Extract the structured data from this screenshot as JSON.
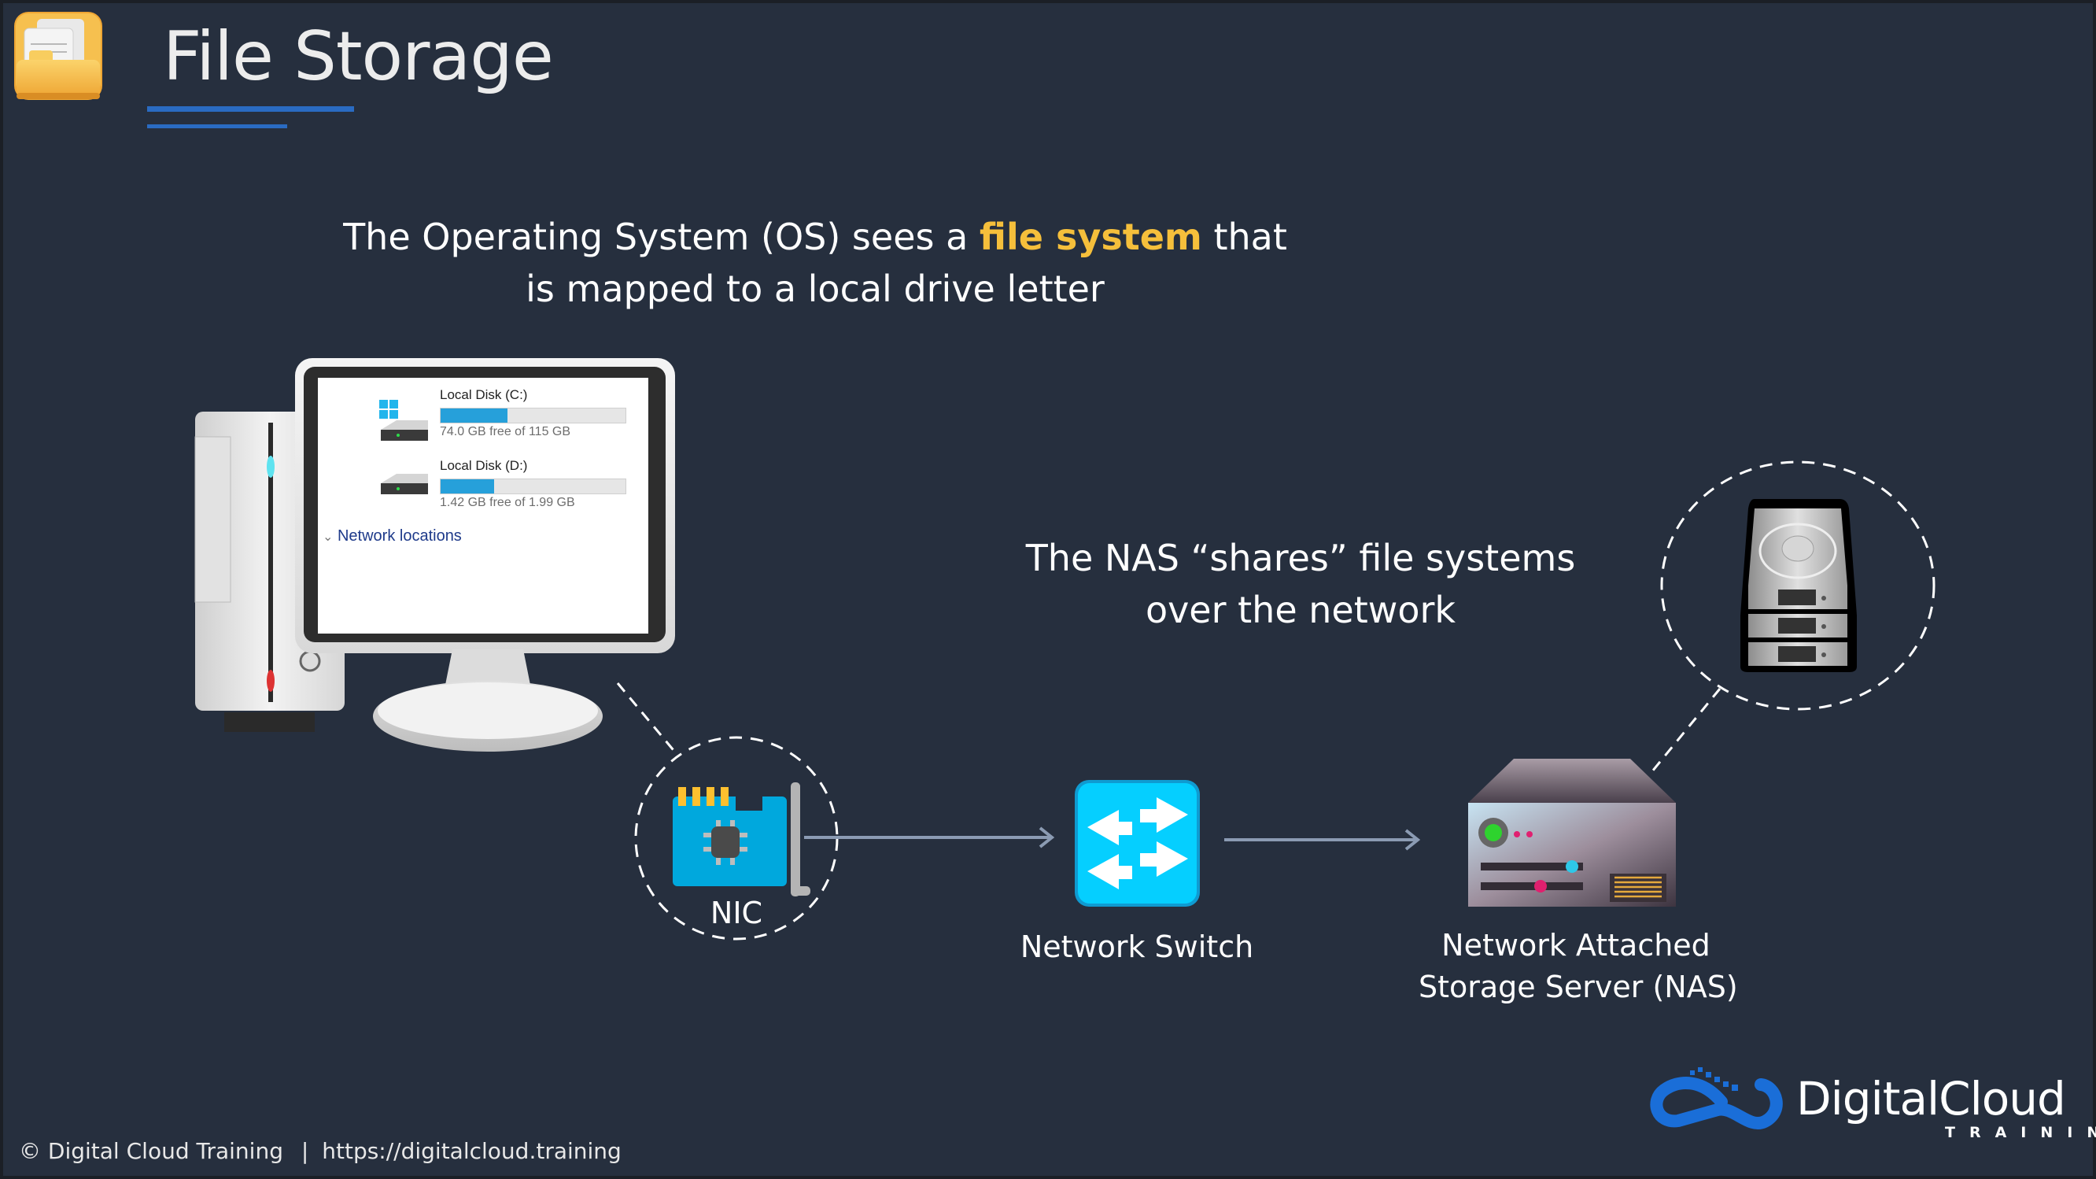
{
  "slide": {
    "title": "File Storage",
    "title_icon": "folder-with-documents-icon",
    "accent_color": "#2a6bc2",
    "highlight_color": "#f5bf3b"
  },
  "captions": {
    "os": {
      "before": "The Operating System (OS) sees a ",
      "highlight": "file system",
      "after": " that",
      "line2": "is mapped to a local drive letter"
    },
    "nas": {
      "line1": "The NAS “shares” file systems",
      "line2": "over the network"
    }
  },
  "explorer": {
    "drives": [
      {
        "name": "Local Disk (C:)",
        "free_text": "74.0 GB free of 115 GB",
        "used_fraction": 0.36,
        "icon": "windows-drive-icon"
      },
      {
        "name": "Local Disk (D:)",
        "free_text": "1.42 GB free of 1.99 GB",
        "used_fraction": 0.29,
        "icon": "drive-icon"
      }
    ],
    "network_section": "Network locations"
  },
  "nodes": {
    "nic": {
      "label": "NIC",
      "icon": "network-card-icon"
    },
    "switch": {
      "label": "Network Switch",
      "icon": "network-switch-icon"
    },
    "nas": {
      "label_line1": "Network Attached",
      "label_line2": "Storage Server (NAS)",
      "icon": "server-icon"
    },
    "storage": {
      "icon": "hard-drive-stack-icon"
    }
  },
  "footer": {
    "copyright": "© Digital Cloud Training",
    "separator": "|",
    "url": "https://digitalcloud.training"
  },
  "logo": {
    "name": "DigitalCloud",
    "sub": "TRAINING"
  }
}
